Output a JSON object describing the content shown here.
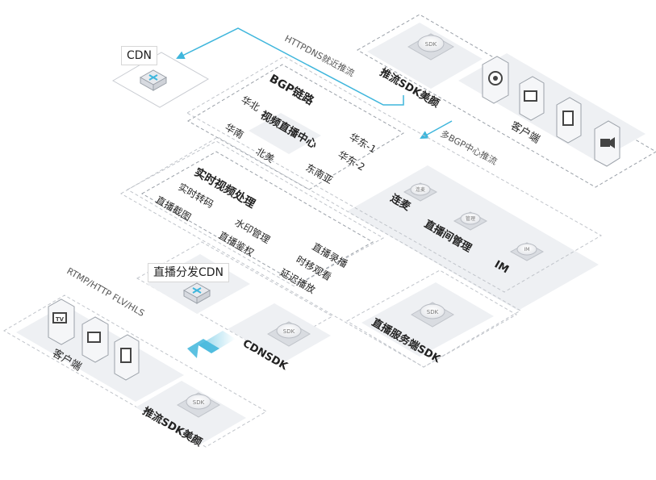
{
  "cdn": {
    "label": "CDN"
  },
  "httpdns": {
    "label": "HTTPDNS就近推流"
  },
  "multi_bgp": {
    "label": "多BGP中心推流"
  },
  "push_sdk_top": {
    "label": "推流SDK美颜",
    "chip": "SDK"
  },
  "clients_top": {
    "label": "客户端"
  },
  "bgp": {
    "title": "BGP链路",
    "center": "视频直播中心",
    "regions": [
      "华北",
      "华南",
      "北美",
      "东南亚",
      "华东-1",
      "华东-2"
    ]
  },
  "realtime": {
    "title": "实时视频处理",
    "items": [
      "实时转码",
      "直播截图",
      "水印管理",
      "直播鉴权",
      "直播录播",
      "时移观看",
      "延迟播放"
    ]
  },
  "services": {
    "lianmai": {
      "label": "连麦",
      "chip": "连麦"
    },
    "room": {
      "label": "直播间管理",
      "chip": "管理"
    },
    "im": {
      "label": "IM",
      "chip": "IM"
    }
  },
  "server_sdk": {
    "label": "直播服务端SDK",
    "chip": "SDK"
  },
  "dist_cdn": {
    "label": "直播分发CDN"
  },
  "cdnsdk": {
    "label": "CDNSDK",
    "chip": "SDK"
  },
  "rtmp": {
    "label": "RTMP/HTTP FLV/HLS"
  },
  "clients_bottom": {
    "label": "客户端",
    "tv": "TV"
  },
  "push_sdk_bottom": {
    "label": "推流SDK美颜",
    "chip": "SDK"
  },
  "colors": {
    "accent": "#3fb6dc",
    "panel": "#eef0f3",
    "stroke": "#c9ccd2",
    "dash": "#9aa0a8"
  }
}
